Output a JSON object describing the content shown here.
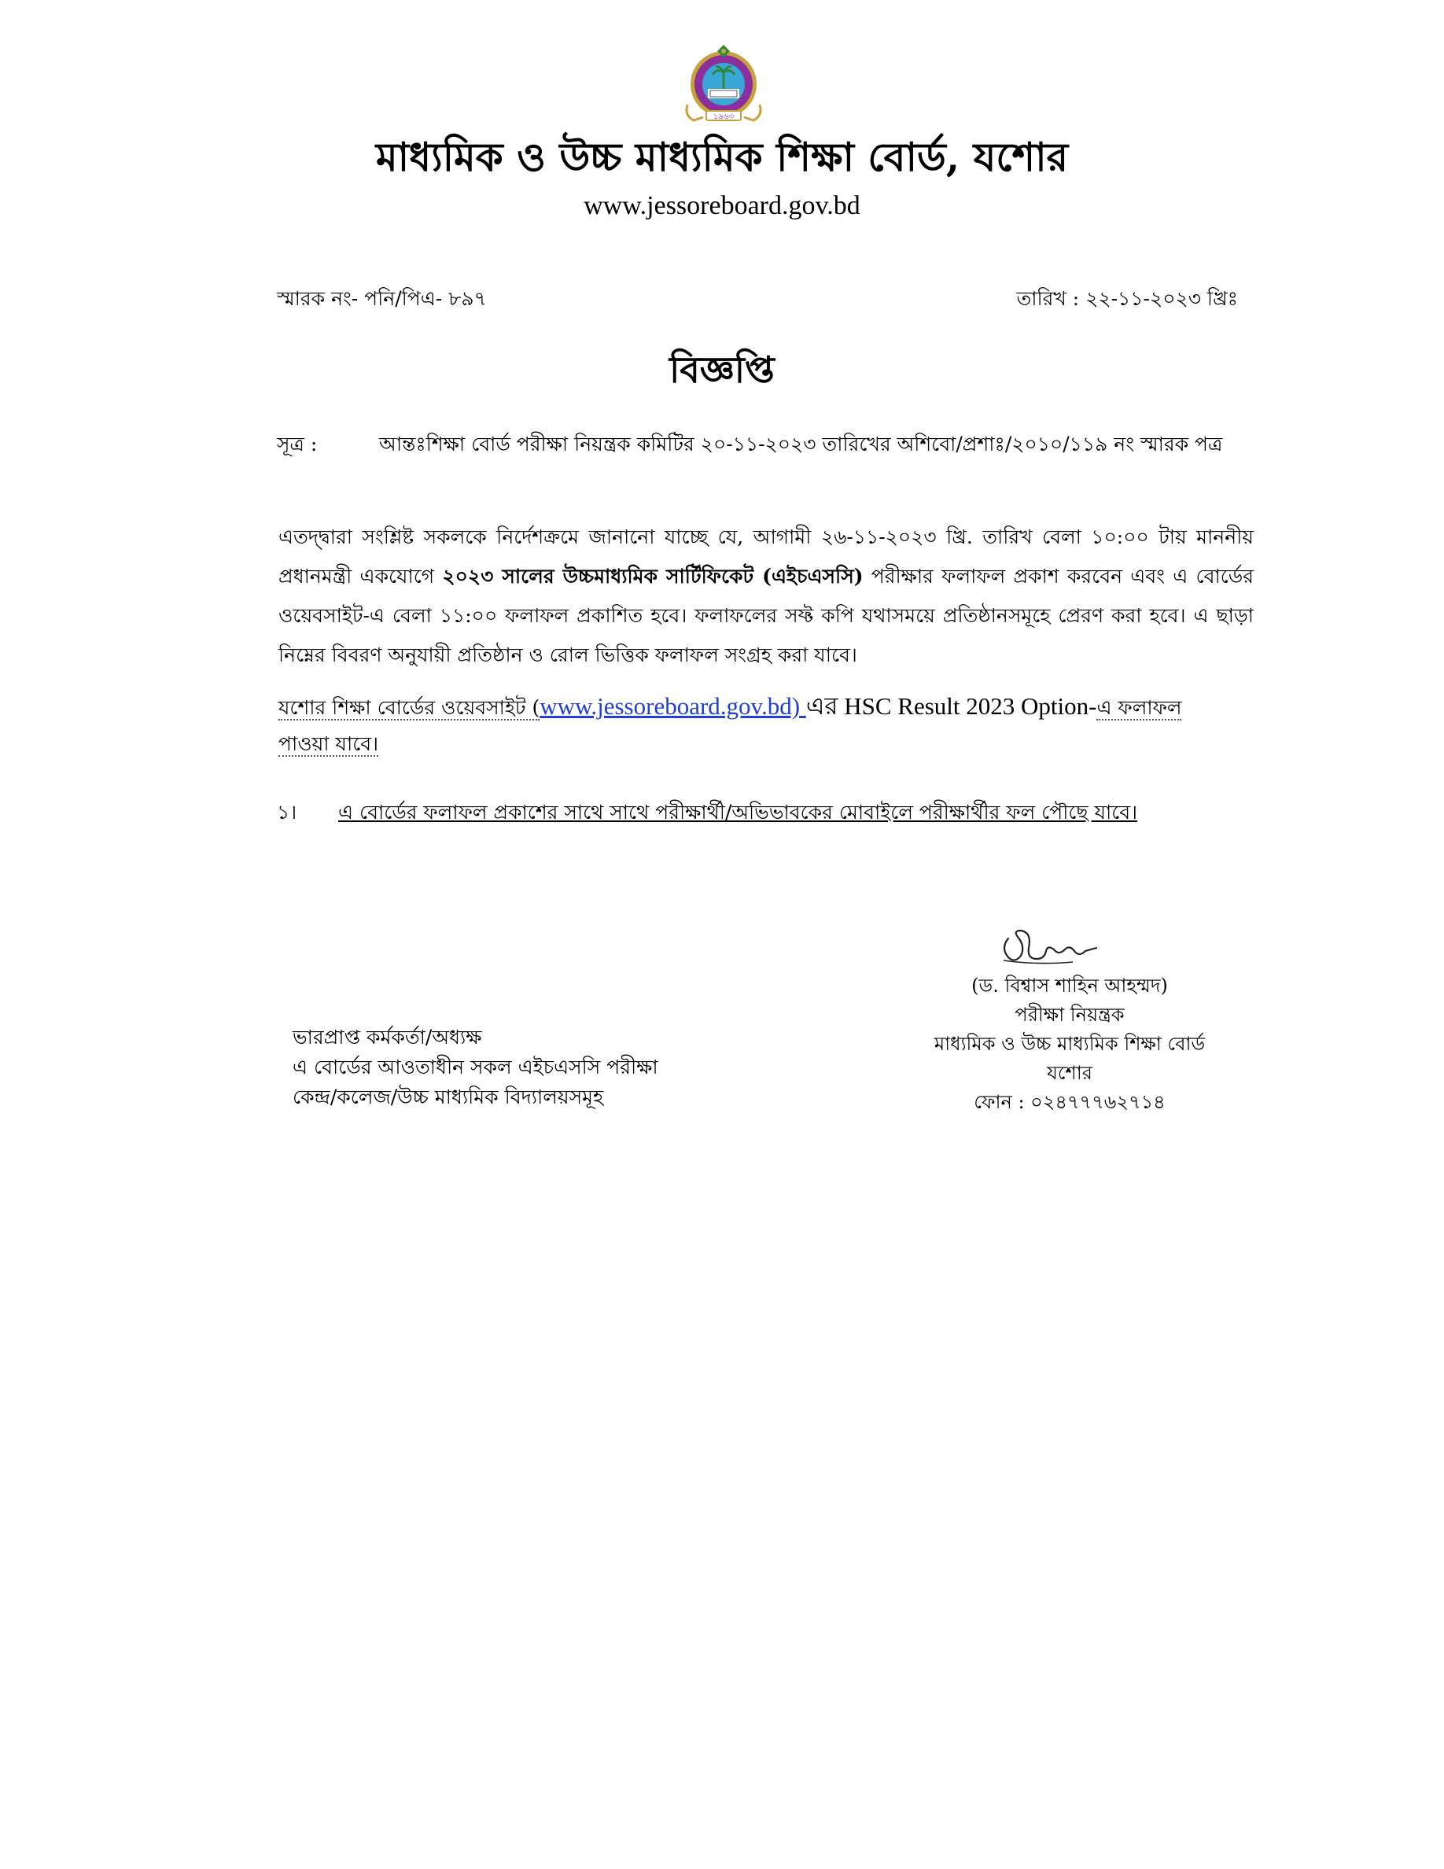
{
  "header": {
    "logo_icon": "jessore-board-seal-icon",
    "logo_seal_text": "১৯৬৩",
    "board_name": "মাধ্যমিক ও উচ্চ মাধ্যমিক শিক্ষা বোর্ড, যশোর",
    "website": "www.jessoreboard.gov.bd"
  },
  "memo": {
    "number": "স্মারক নং- পনি/পিএ- ৮৯৭",
    "date": "তারিখ : ২২-১১-২০২৩ খ্রিঃ"
  },
  "notice": {
    "heading": "বিজ্ঞপ্তি",
    "reference_label": "সূত্র :",
    "reference_text": "আন্তঃশিক্ষা বোর্ড পরীক্ষা নিয়ন্ত্রক কমিটির ২০-১১-২০২৩ তারিখের অশিবো/প্রশাঃ/২০১০/১১৯ নং স্মারক পত্র",
    "body_part1": "এতদ্দ্বারা সংশ্লিষ্ট সকলকে নির্দেশক্রমে জানানো যাচ্ছে যে, আগামী ২৬-১১-২০২৩ খ্রি. তারিখ বেলা  ১০:০০ টায় মাননীয় প্রধানমন্ত্রী একযোগে ",
    "body_bold": "২০২৩ সালের উচ্চমাধ্যমিক সার্টিফিকেট (এইচএসসি)",
    "body_part2": " পরীক্ষার ফলাফল প্রকাশ করবেন এবং এ বোর্ডের ওয়েবসাইট-এ বেলা ১১:০০ ফলাফল প্রকাশিত হবে। ফলাফলের সফ্ট কপি যথাসময়ে প্রতিষ্ঠানসমূহে প্রেরণ করা হবে। এ ছাড়া নিম্নের বিবরণ অনুযায়ী প্রতিষ্ঠান ও রোল ভিত্তিক ফলাফল সংগ্রহ করা যাবে।",
    "option_prefix": "যশোর শিক্ষা বোর্ডের ওয়েবসাইট (",
    "option_link": "www.jessoreboard.gov.bd) ",
    "option_mid": "এর HSC Result 2023 Option-",
    "option_suffix": "এ ফলাফল পাওয়া যাবে।",
    "point_number": "১।",
    "point_text": "এ বোর্ডের ফলাফল প্রকাশের সাথে সাথে পরীক্ষার্থী/অভিভাবকের মোবাইলে পরীক্ষার্থীর ফল পৌছে যাবে।"
  },
  "signatory": {
    "signature_icon": "handwritten-signature-icon",
    "name": "(ড. বিশ্বাস শাহিন আহম্মদ)",
    "designation": "পরীক্ষা নিয়ন্ত্রক",
    "organization": "মাধ্যমিক ও উচ্চ মাধ্যমিক শিক্ষা বোর্ড",
    "city": "যশোর",
    "phone": "ফোন : ০২৪৭৭৭৬২৭১৪"
  },
  "recipient": {
    "line1": "ভারপ্রাপ্ত কর্মকর্তা/অধ্যক্ষ",
    "line2": "এ বোর্ডের আওতাধীন সকল এইচএসসি পরীক্ষা",
    "line3": "কেন্দ্র/কলেজ/উচ্চ মাধ্যমিক বিদ্যালয়সমূহ"
  },
  "colors": {
    "link": "#1f3fd6",
    "seal_purple": "#8a2f9c",
    "seal_blue": "#3aa7d8",
    "seal_gold": "#c8a23a",
    "seal_green": "#2e8b3e"
  }
}
